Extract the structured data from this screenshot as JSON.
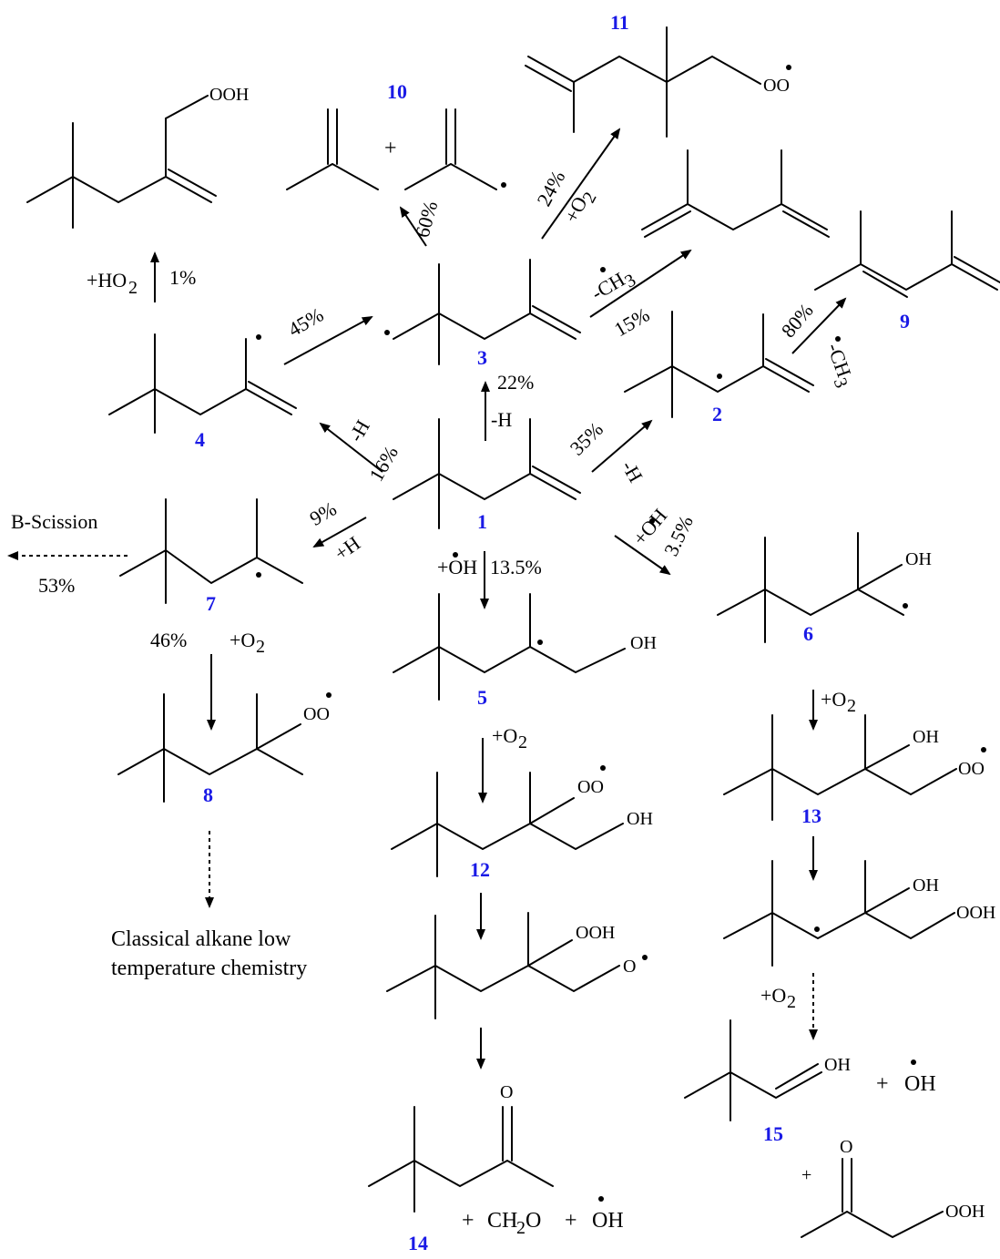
{
  "compounds": {
    "c1": "1",
    "c2": "2",
    "c3": "3",
    "c4": "4",
    "c5": "5",
    "c6": "6",
    "c7": "7",
    "c8": "8",
    "c9": "9",
    "c10": "10",
    "c11": "11",
    "c12": "12",
    "c13": "13",
    "c14": "14",
    "c15": "15"
  },
  "atoms": {
    "ooh": "OOH",
    "oo": "OO",
    "oh": "OH",
    "o": "O",
    "plus": "+"
  },
  "reagents": {
    "minus_h": "-H",
    "plus_h": "+H",
    "plus_oh": "+OH",
    "plus_o2": "+O",
    "o2_sub": "2",
    "plus_ho2": "+HO",
    "ho2_sub": "2",
    "minus_ch3": "-CH",
    "ch3_sub": "3",
    "ch2o_text": "CH",
    "ch2o_sub": "2",
    "ch2o_o": "O",
    "oh_radical": "OH"
  },
  "percentages": {
    "p45": "45%",
    "p60": "60%",
    "p24": "24%",
    "p15": "15%",
    "p80": "80%",
    "p1": "1%",
    "p22": "22%",
    "p16": "16%",
    "p35": "35%",
    "p9": "9%",
    "p13_5": "13.5%",
    "p3_5": "3.5%",
    "p53": "53%",
    "p46": "46%"
  },
  "text": {
    "b_scission": "B-Scission",
    "classical_line1": "Classical alkane low",
    "classical_line2": "temperature chemistry"
  }
}
